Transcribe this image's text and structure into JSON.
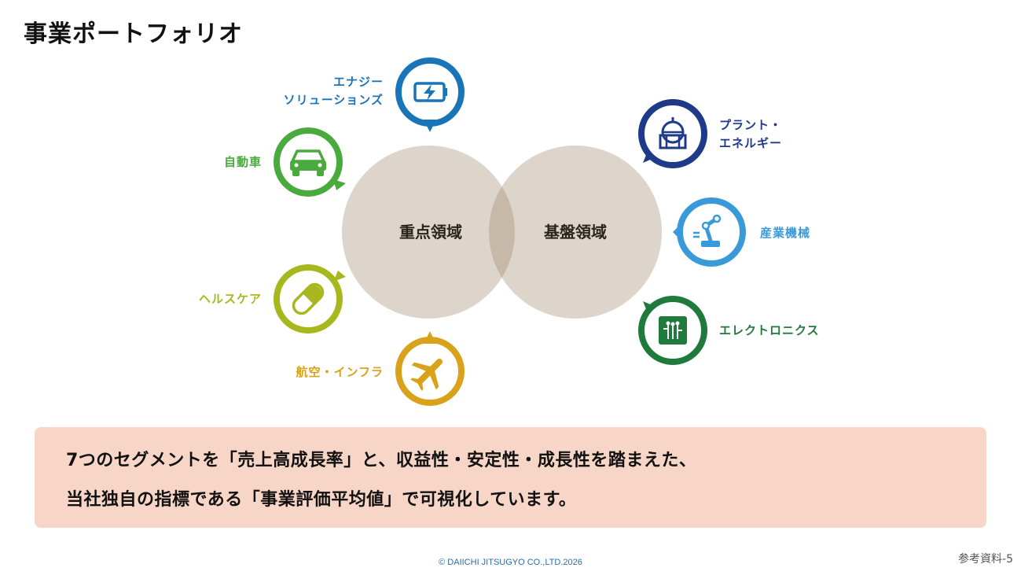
{
  "title": "事業ポートフォリオ",
  "core": {
    "left": "重点領域",
    "right": "基盤領域"
  },
  "segments": {
    "energy": {
      "line1": "エナジー",
      "line2": "ソリューションズ",
      "color": "#1a75b8",
      "icon": "battery-charging-icon"
    },
    "auto": {
      "label": "自動車",
      "color": "#4aaa3e",
      "icon": "car-icon"
    },
    "health": {
      "label": "ヘルスケア",
      "color": "#a6b81e",
      "icon": "pill-icon"
    },
    "aero": {
      "label": "航空・インフラ",
      "color": "#d9a21b",
      "icon": "airplane-icon"
    },
    "plant": {
      "line1": "プラント・",
      "line2": "エネルギー",
      "color": "#1f3a88",
      "icon": "plant-tank-icon"
    },
    "industrial": {
      "label": "産業機械",
      "color": "#3a9ad9",
      "icon": "robot-arm-icon"
    },
    "electronics": {
      "label": "エレクトロニクス",
      "color": "#1f7a3c",
      "icon": "circuit-chip-icon"
    }
  },
  "banner": {
    "line1": "7つのセグメントを「売上高成長率」と、収益性・安定性・成長性を踏まえた、",
    "line2": "当社独自の指標である「事業評価平均値」で可視化しています。"
  },
  "footer": {
    "copyright": "© DAIICHI JITSUGYO CO.,LTD.2026",
    "page_ref": "参考資料-5"
  }
}
